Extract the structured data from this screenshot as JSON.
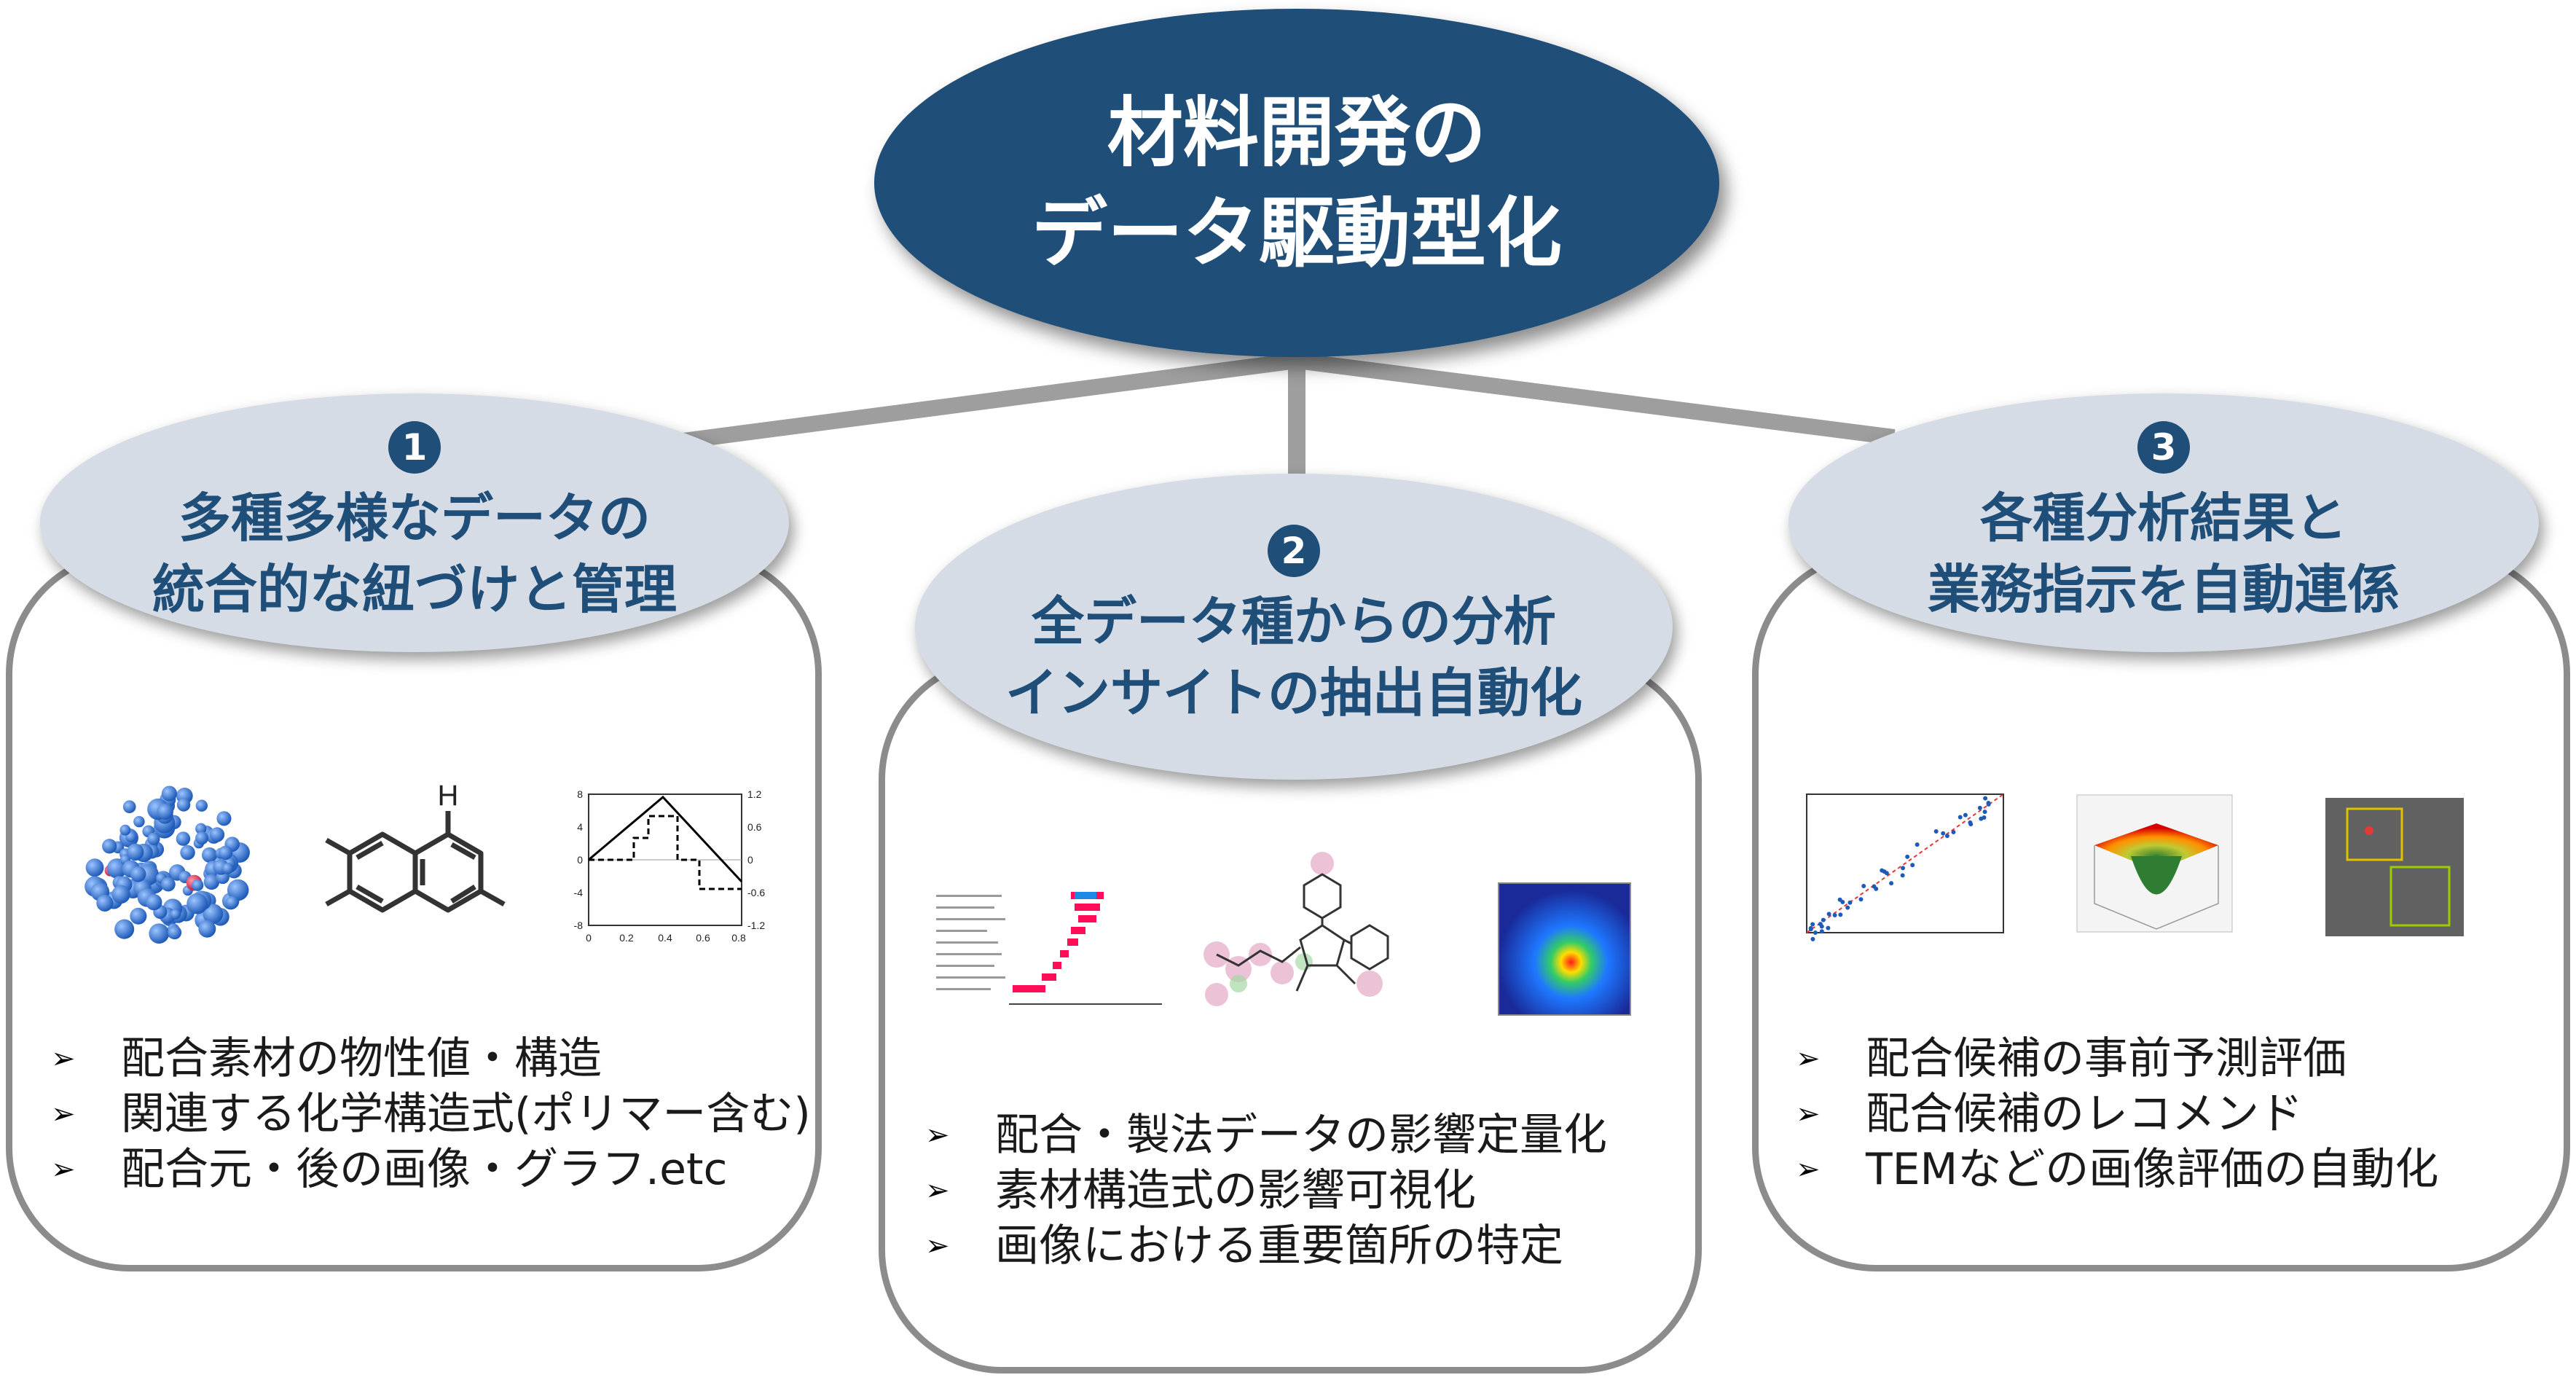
{
  "main_title": {
    "line1": "材料開発の",
    "line2": "データ駆動型化"
  },
  "colors": {
    "primary": "#1f4e79",
    "pillar_fill": "#d6dce5",
    "connector": "#9e9e9e",
    "card_border": "#8c8c8c"
  },
  "pillars": [
    {
      "number": "1",
      "title_line1": "多種多様なデータの",
      "title_line2": "統合的な紐づけと管理",
      "bullets": [
        "配合素材の物性値・構造",
        "関連する化学構造式(ポリマー含む)",
        "配合元・後の画像・グラフ.etc"
      ],
      "thumbnails": [
        "molecule-sphere-icon",
        "chemical-structure-icon",
        "line-graph-icon"
      ]
    },
    {
      "number": "2",
      "title_line1": "全データ種からの分析",
      "title_line2": "インサイトの抽出自動化",
      "bullets": [
        "配合・製法データの影響定量化",
        "素材構造式の影響可視化",
        "画像における重要箇所の特定"
      ],
      "thumbnails": [
        "shap-waterfall-icon",
        "molecule-highlight-icon",
        "heatmap-image-icon"
      ]
    },
    {
      "number": "3",
      "title_line1": "各種分析結果と",
      "title_line2": "業務指示を自動連係",
      "bullets": [
        "配合候補の事前予測評価",
        "配合候補のレコメンド",
        "TEMなどの画像評価の自動化"
      ],
      "thumbnails": [
        "scatter-plot-icon",
        "surface-plot-icon",
        "tem-image-icon"
      ]
    }
  ],
  "graph1": {
    "left_ticks": [
      "8",
      "4",
      "0",
      "-4",
      "-8"
    ],
    "right_ticks": [
      "1.2",
      "0.6",
      "0",
      "-0.6",
      "-1.2"
    ],
    "x_ticks": [
      "0",
      "0.2",
      "0.4",
      "0.6",
      "0.8"
    ]
  },
  "chem_label": "H"
}
